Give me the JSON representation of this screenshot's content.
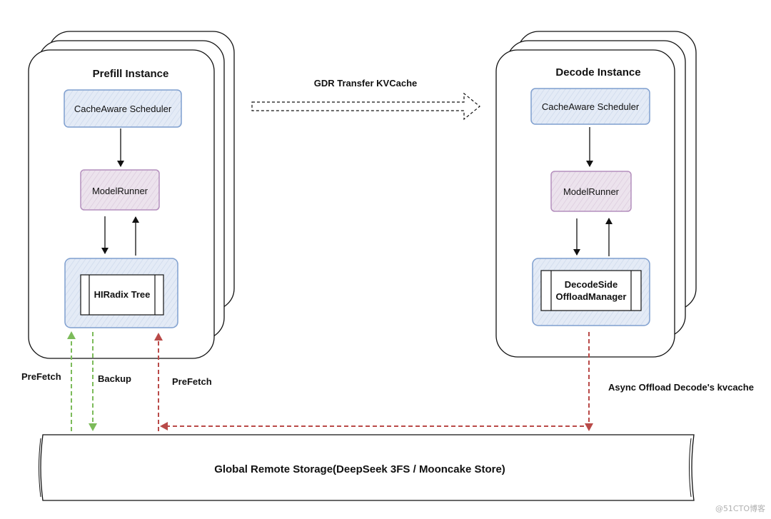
{
  "prefill": {
    "title": "Prefill Instance",
    "scheduler": "CacheAware Scheduler",
    "runner": "ModelRunner",
    "tree": "HIRadix Tree"
  },
  "decode": {
    "title": "Decode Instance",
    "scheduler": "CacheAware Scheduler",
    "runner": "ModelRunner",
    "manager_line1": "DecodeSide",
    "manager_line2": "OffloadManager"
  },
  "transfer_label": "GDR Transfer KVCache",
  "labels": {
    "prefetch_left": "PreFetch",
    "backup": "Backup",
    "prefetch_right": "PreFetch",
    "async_offload": "Async Offload Decode's kvcache"
  },
  "storage": "Global Remote Storage(DeepSeek 3FS / Mooncake Store)",
  "watermark": "@51CTO博客",
  "colors": {
    "blue_box_fill": "#dde6f3",
    "blue_box_stroke": "#7f9fcf",
    "purple_box_fill": "#e9dfea",
    "purple_box_stroke": "#b48fbd",
    "green_arrow": "#7cbb5a",
    "red_arrow": "#b94a48"
  }
}
